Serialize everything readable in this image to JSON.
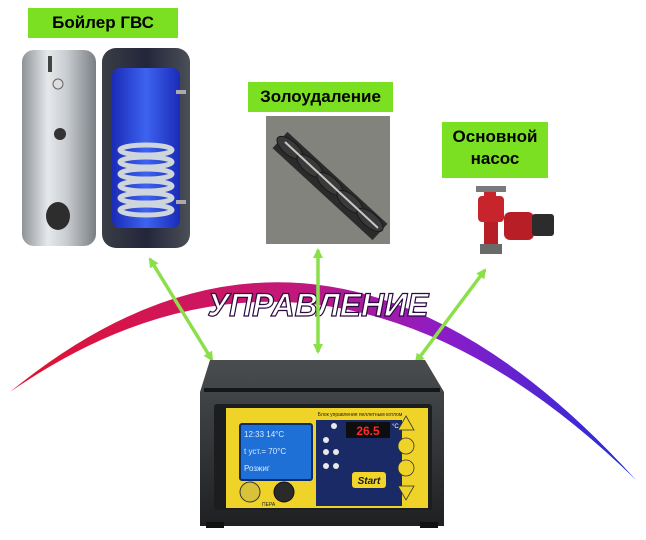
{
  "labels": {
    "boiler": "Бойлер ГВС",
    "ash_removal": "Золоудаление",
    "main_pump_line1": "Основной",
    "main_pump_line2": "насос"
  },
  "arc_text": "УПРАВЛЕНИЕ",
  "controller": {
    "panel_title": "Блок управления пеллетным котлом",
    "led_display": "26.5",
    "led_unit": "°C",
    "lcd_line1": "12:33  14°C",
    "lcd_line2": "t уст.= 70°C",
    "lcd_line3": "Розжиг",
    "brand": "Start",
    "model": "ПЕРА"
  },
  "colors": {
    "label_green": "#7be021",
    "arrow_green": "#8be04a",
    "arc_red": "#e2122c",
    "arc_purple": "#8a1cc9",
    "arc_blue": "#1f2fd9"
  }
}
